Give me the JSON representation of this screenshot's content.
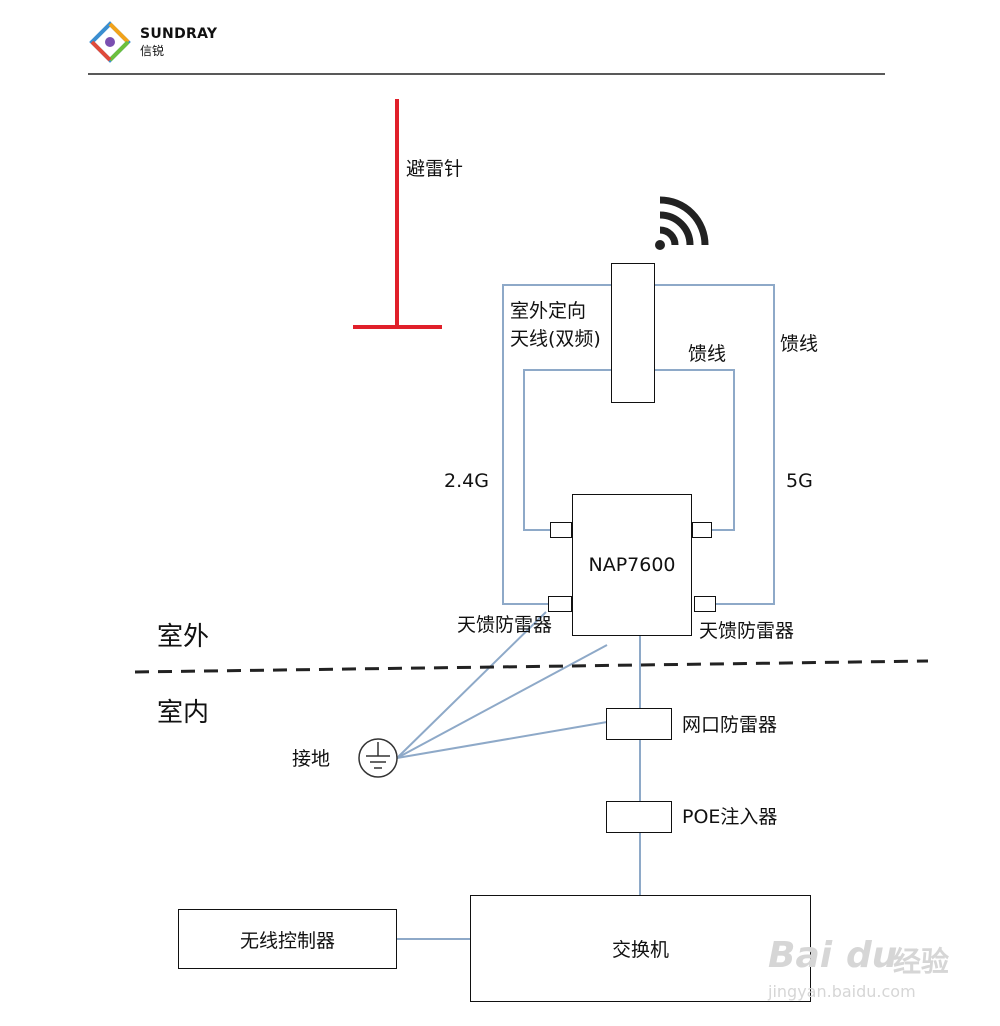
{
  "header": {
    "brand_name": "SUNDRAY",
    "brand_sub": "信锐"
  },
  "diagram": {
    "lightning_rod": "避雷针",
    "antenna_line1": "室外定向",
    "antenna_line2": "天线(双频)",
    "feeder_inner": "馈线",
    "feeder_outer": "馈线",
    "band_24": "2.4G",
    "band_5": "5G",
    "ap_model": "NAP7600",
    "feeder_arrester_left": "天馈防雷器",
    "feeder_arrester_right": "天馈防雷器",
    "zone_outdoor": "室外",
    "zone_indoor": "室内",
    "network_arrester": "网口防雷器",
    "ground": "接地",
    "poe_injector": "POE注入器",
    "wireless_controller": "无线控制器",
    "switch": "交换机"
  },
  "watermark": {
    "brand": "Bai",
    "brand2": "du",
    "cn": "经验",
    "url": "jingyan.baidu.com"
  },
  "colors": {
    "lightning_rod": "#e0202a",
    "cable": "#8ea9c8",
    "box_border": "#111111"
  }
}
